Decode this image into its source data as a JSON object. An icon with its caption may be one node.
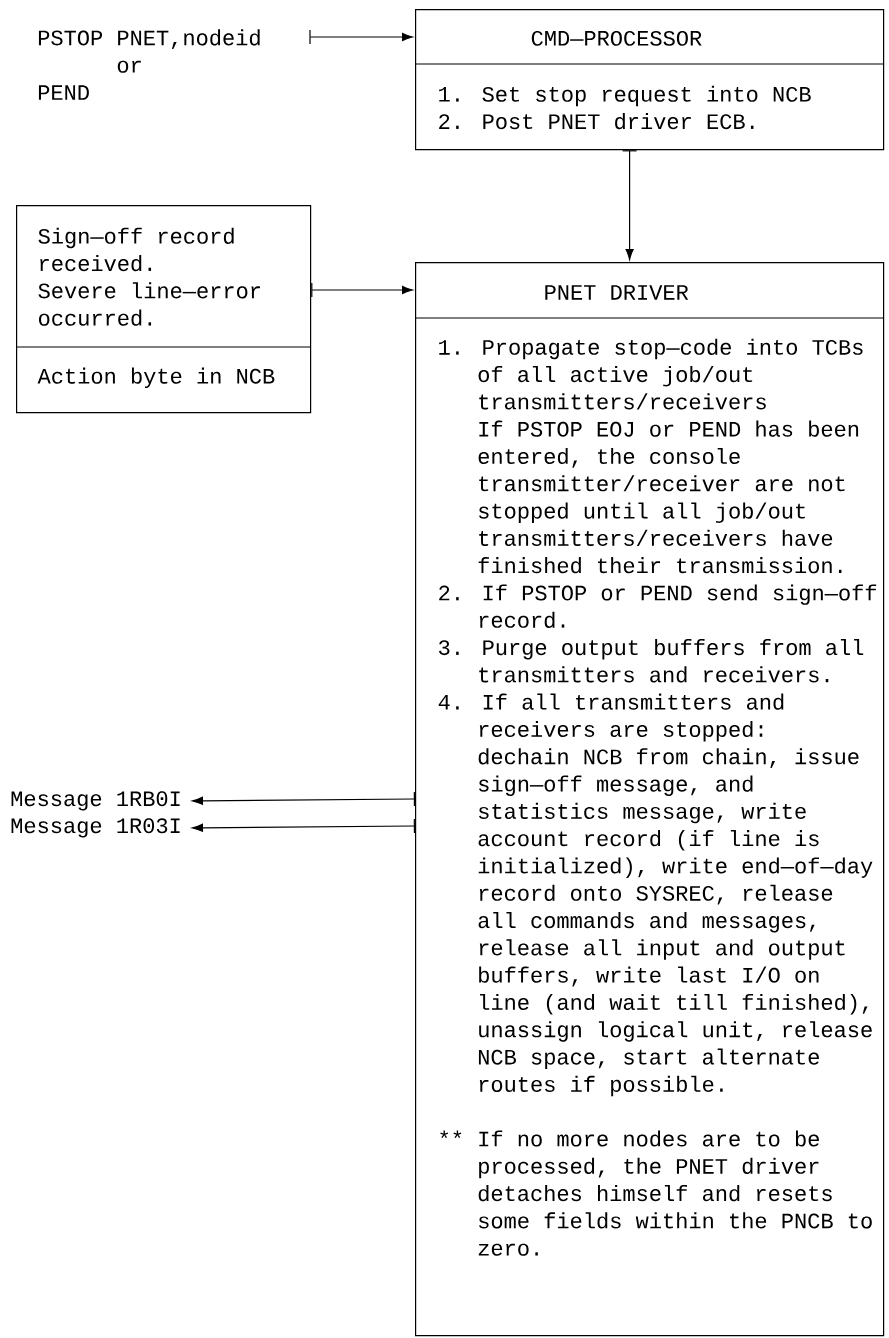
{
  "diagram": {
    "nodes": [
      {
        "text": [
          "PSTOP PNET,nodeid",
          "or",
          "PEND"
        ]
      },
      {
        "text": [
          "CMD—PROCESSOR",
          "1. Set stop request into NCB",
          "2. Post PNET driver ECB."
        ]
      },
      {
        "text": [
          "Sign—off record received.",
          "Severe line—error occurred.",
          "Action byte in NCB"
        ]
      },
      {
        "text": [
          "PNET DRIVER",
          "1. Propagate stop—code into TCBs of all active job/out transmitters/receivers",
          "If PSTOP EOJ or PEND has been entered, the console transmitter/receiver are not stopped until all job/out transmitters/receivers have finished their transmission.",
          "2. If PSTOP or PEND send sign—off record.",
          "3. Purge output buffers from all transmitters and receivers.",
          "4. If all transmitters and receivers are stopped:",
          "dechain NCB from chain, issue sign—off message, and statistics message, write account record (if line is initialized), write end—of—day record onto SYSREC, release all commands and messages, release all input and output buffers, write last I/O on line (and wait till finished), unassign logical unit, release NCB space, start alternate routes if possible.",
          "** If no more nodes are to be processed, the PNET driver detaches himself and resets some fields within the PNCB to zero."
        ]
      },
      {
        "text": [
          "Message 1RB0I"
        ]
      },
      {
        "text": [
          "Message 1R03I"
        ]
      }
    ],
    "edges": [
      {
        "from": 0,
        "to": 1,
        "arrow": "to"
      },
      {
        "from": 1,
        "to": 3,
        "arrow": "to"
      },
      {
        "from": 2,
        "to": 3,
        "arrow": "to"
      },
      {
        "from": 3,
        "to": 4,
        "arrow": "to"
      },
      {
        "from": 3,
        "to": 5,
        "arrow": "to"
      }
    ]
  }
}
